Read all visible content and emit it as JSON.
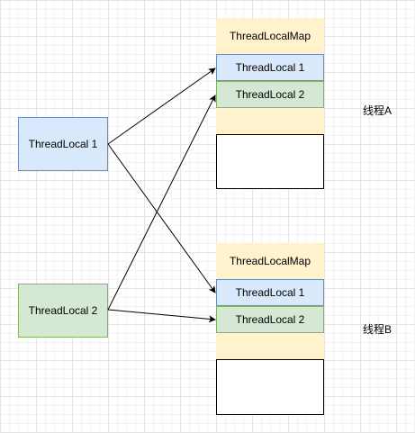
{
  "left_nodes": {
    "tl1": "ThreadLocal 1",
    "tl2": "ThreadLocal 2"
  },
  "thread_a": {
    "label": "线程A",
    "map_header": "ThreadLocalMap",
    "row1": "ThreadLocal 1",
    "row2": "ThreadLocal 2"
  },
  "thread_b": {
    "label": "线程B",
    "map_header": "ThreadLocalMap",
    "row1": "ThreadLocal 1",
    "row2": "ThreadLocal 2"
  },
  "colors": {
    "blue_fill": "#dae8fc",
    "blue_stroke": "#6c8ebf",
    "green_fill": "#d5e8d4",
    "green_stroke": "#82b366",
    "yellow_fill": "#fff2cc"
  }
}
